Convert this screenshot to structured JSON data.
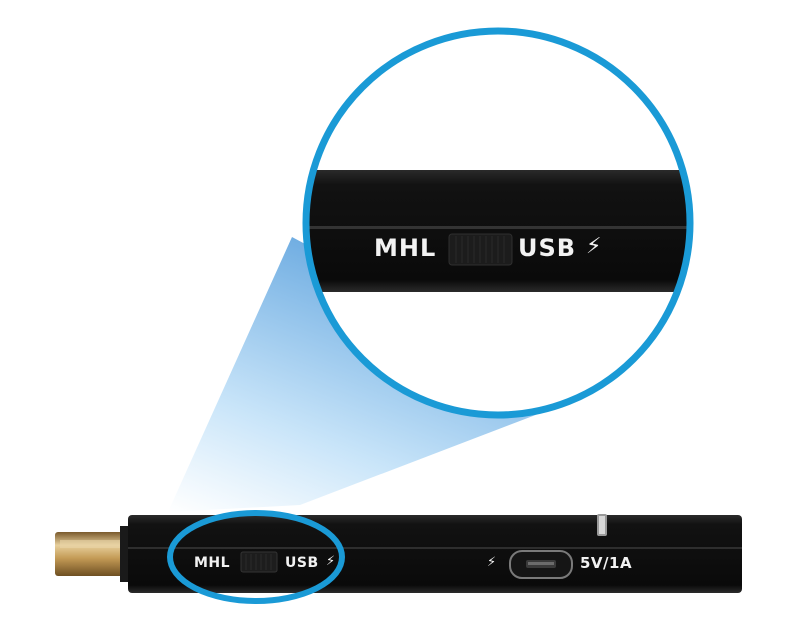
{
  "magnified": {
    "switch_left_label": "MHL",
    "switch_right_label": "USB",
    "bolt_symbol": "⚡"
  },
  "stick": {
    "switch_left_label": "MHL",
    "switch_right_label": "USB",
    "bolt_symbol": "⚡",
    "power_bolt_symbol": "⚡",
    "power_rating": "5V/1A"
  },
  "colors": {
    "callout_ring": "#1a9ad6",
    "device_body": "#0e0e0e",
    "hdmi_connector": "#c9a66b",
    "label_text": "#f2f2f2"
  }
}
